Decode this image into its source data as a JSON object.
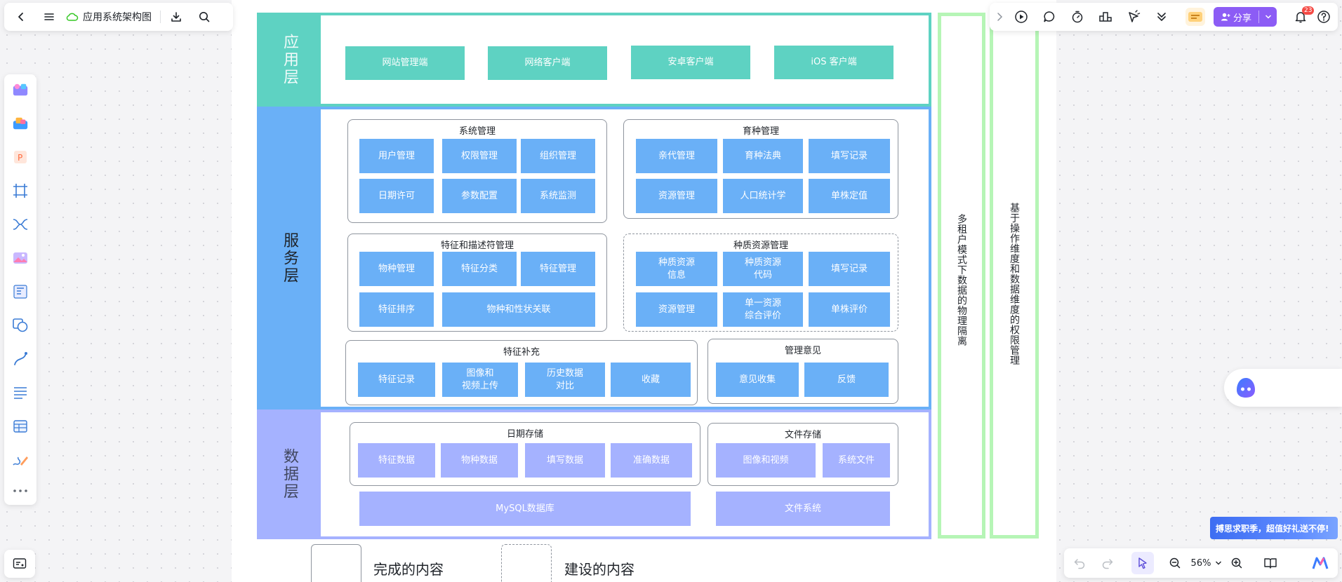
{
  "app": {
    "doc_title": "应用系统架构图"
  },
  "diagram": {
    "layers": {
      "app": "应用层",
      "service": "服务层",
      "data": "数据层"
    },
    "app_items": [
      "网站管理端",
      "网络客户端",
      "安卓客户端",
      "iOS 客户端"
    ],
    "groups": {
      "sys_mgmt": {
        "title": "系统管理",
        "items": [
          "用户管理",
          "权限管理",
          "组织管理",
          "日期许可",
          "参数配置",
          "系统监测"
        ]
      },
      "breed_mgmt": {
        "title": "育种管理",
        "items": [
          "亲代管理",
          "育种法典",
          "填写记录",
          "资源管理",
          "人口统计学",
          "单株定值"
        ]
      },
      "trait_mgmt": {
        "title": "特征和描述符管理",
        "items": [
          "物种管理",
          "特征分类",
          "特征管理",
          "特征排序",
          "物种和性状关联"
        ]
      },
      "germ_mgmt": {
        "title": "种质资源管理",
        "items": [
          "种质资源\n信息",
          "种质资源\n代码",
          "填写记录",
          "资源管理",
          "单一资源\n综合评价",
          "单株评价"
        ]
      },
      "trait_supp": {
        "title": "特征补充",
        "items": [
          "特征记录",
          "图像和\n视频上传",
          "历史数据\n对比",
          "收藏"
        ]
      },
      "mgmt_opinion": {
        "title": "管理意见",
        "items": [
          "意见收集",
          "反馈"
        ]
      },
      "date_storage": {
        "title": "日期存储",
        "items": [
          "特征数据",
          "物种数据",
          "填写数据",
          "准确数据"
        ]
      },
      "file_storage": {
        "title": "文件存储",
        "items": [
          "图像和视频",
          "系统文件"
        ]
      }
    },
    "databases": {
      "mysql": "MySQL数据库",
      "filesystem": "文件系统"
    },
    "side_columns": {
      "isolation": "多租户模式下数据的物理隔离",
      "permission": "基于操作维度和数据维度的权限管理"
    },
    "legend": {
      "done": "完成的内容",
      "building": "建设的内容"
    },
    "colors": {
      "app": "#5ed2c2",
      "service": "#6ab0f7",
      "data": "#a5b2ff",
      "side": "#b6f5b6"
    }
  },
  "toolbar": {
    "share_label": "分享",
    "notification_count": "23",
    "zoom": "56%"
  },
  "promo": {
    "text": "搏思求职季，超值好礼送不停!"
  }
}
